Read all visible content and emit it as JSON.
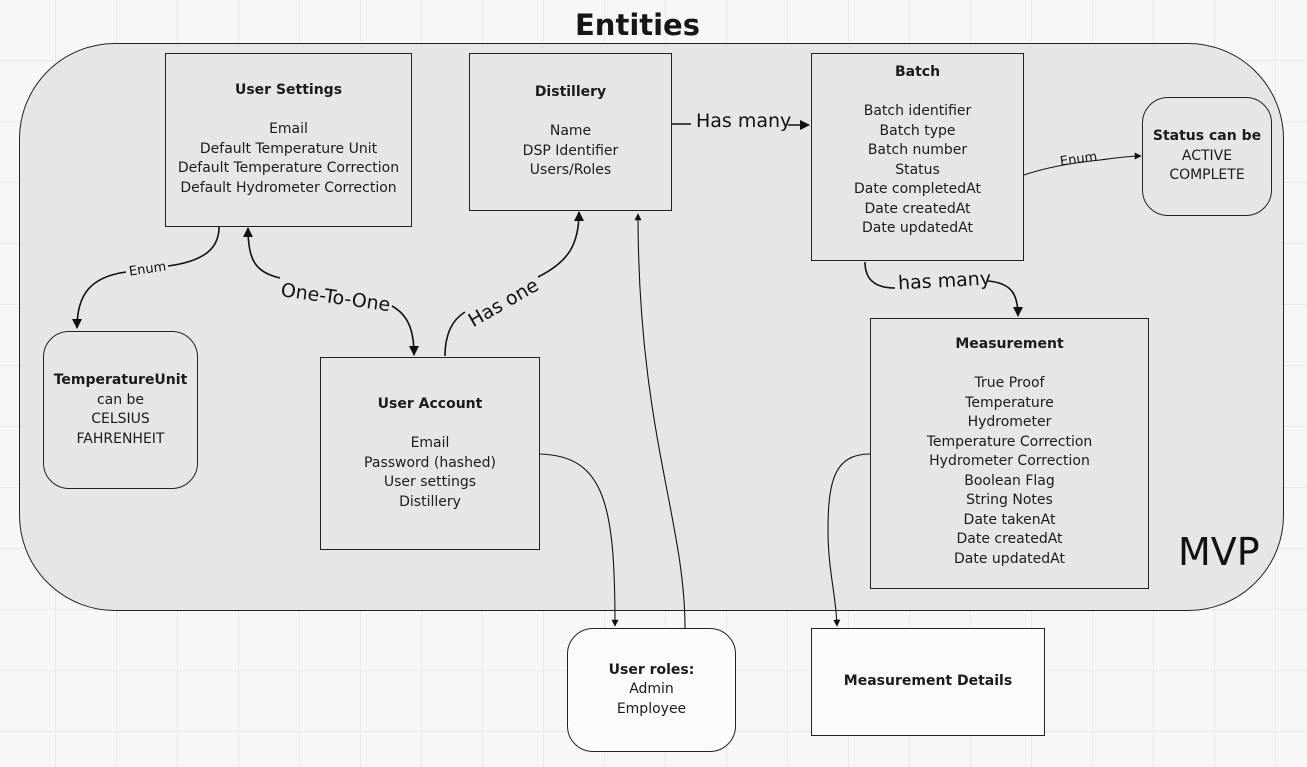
{
  "diagram_title": "Entities",
  "frame_label": "MVP",
  "user_settings": {
    "title": "User Settings",
    "fields": [
      "Email",
      "Default Temperature Unit",
      "Default Temperature Correction",
      "Default Hydrometer Correction"
    ]
  },
  "distillery": {
    "title": "Distillery",
    "fields": [
      "Name",
      "DSP Identifier",
      "Users/Roles"
    ]
  },
  "batch": {
    "title": "Batch",
    "fields": [
      "Batch identifier",
      "Batch type",
      "Batch number",
      "Status",
      "Date completedAt",
      "Date createdAt",
      "Date updatedAt"
    ]
  },
  "status_enum": {
    "title": "Status can be",
    "values": [
      "ACTIVE",
      "COMPLETE"
    ]
  },
  "temperature_unit": {
    "title": "TemperatureUnit",
    "subtitle": "can be",
    "values": [
      "CELSIUS",
      "FAHRENHEIT"
    ]
  },
  "user_account": {
    "title": "User Account",
    "fields": [
      "Email",
      "Password (hashed)",
      "User settings",
      "Distillery"
    ]
  },
  "measurement": {
    "title": "Measurement",
    "fields": [
      "True Proof",
      "Temperature",
      "Hydrometer",
      "Temperature Correction",
      "Hydrometer Correction",
      "Boolean Flag",
      "String Notes",
      "Date takenAt",
      "Date createdAt",
      "Date updatedAt"
    ]
  },
  "user_roles": {
    "title": "User roles:",
    "values": [
      "Admin",
      "Employee"
    ]
  },
  "measurement_details": {
    "title": "Measurement Details"
  },
  "connectors": {
    "distillery_batch": "Has many",
    "batch_status": "Enum",
    "settings_tempunit": "Enum",
    "settings_account": "One-To-One",
    "account_distillery": "Has one",
    "batch_measurement": "has many"
  }
}
